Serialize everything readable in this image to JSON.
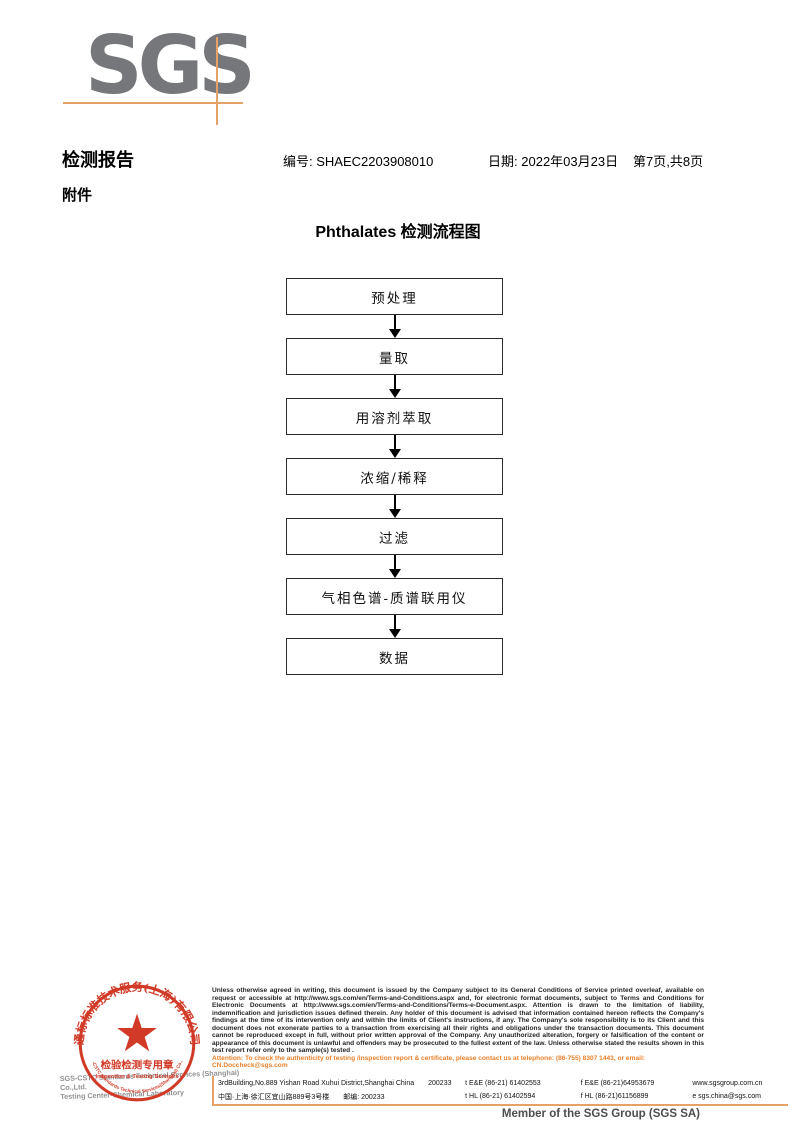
{
  "logo": {
    "text": "SGS"
  },
  "header": {
    "report_title": "检测报告",
    "no_label": "编号:",
    "no_value": "SHAEC2203908010",
    "date_label": "日期:",
    "date_value": "2022年03月23日",
    "page_info": "第7页,共8页",
    "attachment": "附件"
  },
  "flowchart": {
    "title": "Phthalates 检测流程图",
    "steps": [
      "预处理",
      "量取",
      "用溶剂萃取",
      "浓缩/稀释",
      "过滤",
      "气相色谱-质谱联用仪",
      "数据"
    ]
  },
  "stamp": {
    "company_cn_arc": "通标标准技术服务(上海)有限公司",
    "company_en_arc": "SGS-CSTC Standards Technical Services(Shanghai) Co.,Ltd.",
    "seal_label": "检验检测专用章",
    "seal_label_en": "Inspection & Testing Services",
    "color": "#D13A27"
  },
  "company_gray": {
    "line1": "SGS-CSTC Standards Technical Services (Shanghai) Co.,Ltd.",
    "line2": "Testing Center-Chemical Laboratory"
  },
  "footer": {
    "disclaimer": "Unless otherwise agreed in writing, this document is issued by the Company subject to its General Conditions of Service printed overleaf, available on request or accessible at http://www.sgs.com/en/Terms-and-Conditions.aspx and, for electronic format documents, subject to Terms and Conditions for Electronic Documents at http://www.sgs.com/en/Terms-and-Conditions/Terms-e-Document.aspx. Attention is drawn to the limitation of liability, indemnification and jurisdiction issues defined therein. Any holder of this document is advised that information contained hereon reflects the Company's findings at the time of its intervention only and within the limits of Client's instructions, if any. The Company's sole responsibility is to its Client and this document does not exonerate parties to a transaction from exercising all their rights and obligations under the transaction documents. This document cannot be reproduced except in full, without prior written approval of the Company. Any unauthorized alteration, forgery or falsification of the content or appearance of this document is unlawful and offenders may be prosecuted to the fullest extent of the law. Unless otherwise stated the results shown in this test report refer only to the sample(s) tested .",
    "attention": "Attention: To check the authenticity of testing /inspection report & certificate, please contact us at telephone: (86-755) 8307 1443, or email: CN.Doccheck@sgs.com",
    "address_en": "3rdBuilding,No.889 Yishan Road Xuhui District,Shanghai China",
    "postcode_en": "200233",
    "address_cn": "中国·上海·徐汇区宜山路889号3号楼",
    "postcode_cn": "邮编: 200233",
    "tel1": "t E&E (86-21) 61402553",
    "fax1": "f E&E (86-21)64953679",
    "web": "www.sgsgroup.com.cn",
    "tel2": "t HL (86-21) 61402594",
    "fax2": "f HL (86-21)61156899",
    "email": "e  sgs.china@sgs.com",
    "member": "Member of the SGS Group (SGS SA)"
  }
}
